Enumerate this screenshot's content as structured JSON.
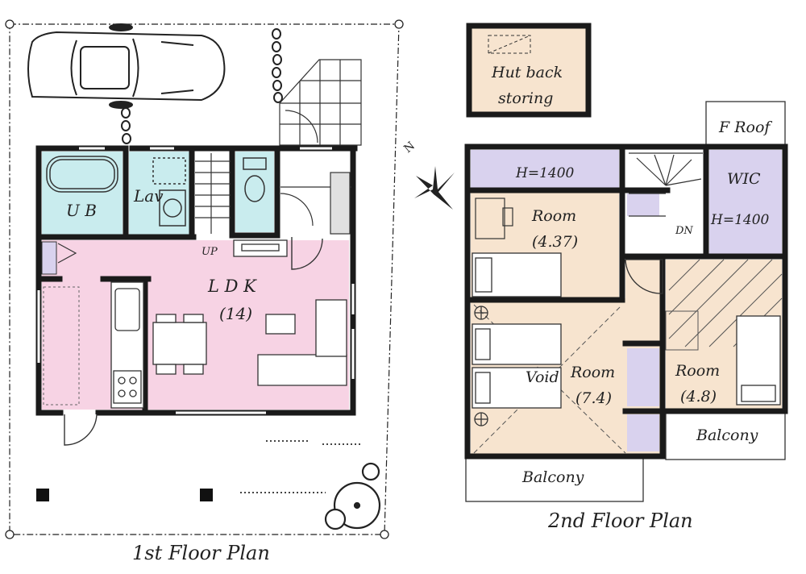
{
  "floor1": {
    "caption": "1st Floor Plan",
    "rooms": {
      "ub": "U B",
      "lav": "Lav",
      "ldk": "L D K",
      "ldk_size": "(14)"
    },
    "up_label": "UP"
  },
  "floor2": {
    "caption": "2nd Floor Plan",
    "hut_back": {
      "line1": "Hut back",
      "line2": "storing"
    },
    "f_roof": "F Roof",
    "storage_h": "H=1400",
    "wic": {
      "label": "WIC",
      "height": "H=1400"
    },
    "dn_label": "DN",
    "room_a": {
      "label": "Room",
      "size": "(4.37)"
    },
    "room_b": {
      "label": "Room",
      "size": "(7.4)"
    },
    "room_c": {
      "label": "Room",
      "size": "(4.8)"
    },
    "void_label": "Void",
    "balcony_right": "Balcony",
    "balcony_bottom": "Balcony"
  },
  "colors": {
    "wall": "#1a1a1a",
    "ldk_fill": "#f7d3e4",
    "wet_fill": "#c9ecee",
    "room_fill": "#f7e4cf",
    "storage_fill": "#d9d2ee",
    "hut_fill": "#f7e4cf"
  },
  "icons": [
    "car-icon",
    "compass-icon",
    "tree-icon",
    "shrub-icon"
  ]
}
